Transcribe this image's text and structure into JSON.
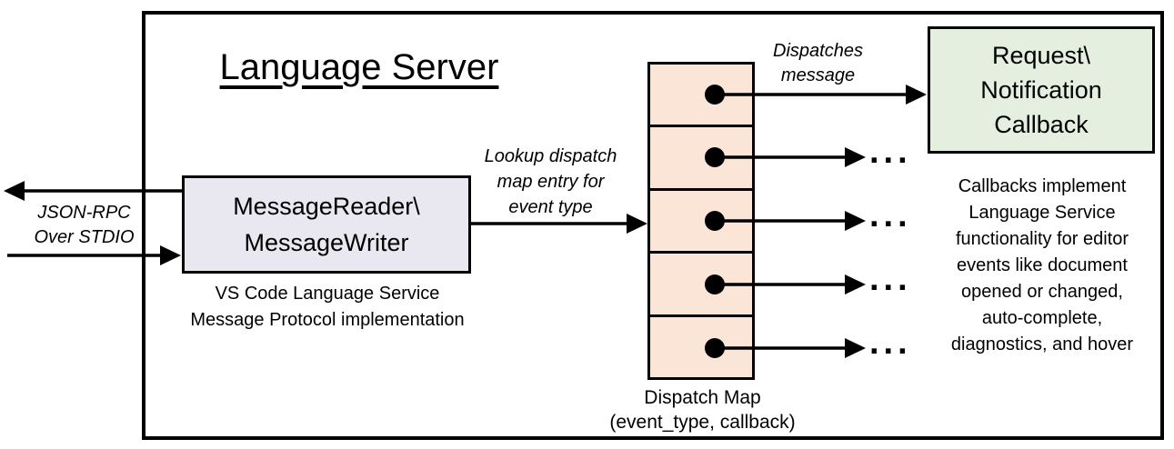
{
  "title": "Language Server",
  "stdio_label": {
    "line1": "JSON-RPC",
    "line2": "Over STDIO"
  },
  "message_box": {
    "line1": "MessageReader\\",
    "line2": "MessageWriter"
  },
  "message_box_caption": {
    "line1": "VS Code Language Service",
    "line2": "Message Protocol implementation"
  },
  "lookup_label": {
    "line1": "Lookup dispatch",
    "line2": "map entry for",
    "line3": "event type"
  },
  "dispatches_label": {
    "line1": "Dispatches",
    "line2": "message"
  },
  "callback_box": {
    "line1": "Request\\",
    "line2": "Notification",
    "line3": "Callback"
  },
  "callback_caption": {
    "lines": [
      "Callbacks implement",
      "Language Service",
      "functionality for editor",
      "events like document",
      "opened or changed,",
      "auto-complete,",
      "diagnostics, and hover"
    ]
  },
  "dispatch_map": {
    "caption_line1": "Dispatch Map",
    "caption_line2": "(event_type, callback)",
    "cell_count": 5
  },
  "ellipsis": "...",
  "colors": {
    "outline": "#000000",
    "message_box_fill": "#E9E7EF",
    "callback_box_fill": "#E5EFDF",
    "dispatch_map_fill": "#FBE5D6",
    "background": "#FFFFFF"
  }
}
